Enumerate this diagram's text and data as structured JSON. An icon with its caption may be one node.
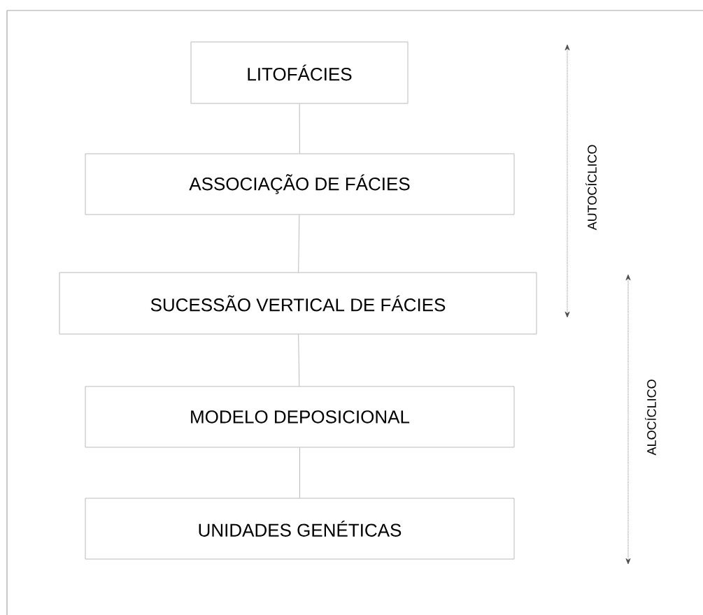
{
  "diagram": {
    "nodes": [
      {
        "text": [
          "LITOFÁCIES"
        ]
      },
      {
        "text": [
          "ASSOCIAÇÃO DE FÁCIES"
        ]
      },
      {
        "text": [
          "SUCESSÃO VERTICAL DE FÁCIES"
        ]
      },
      {
        "text": [
          "MODELO DEPOSICIONAL"
        ]
      },
      {
        "text": [
          "UNIDADES GENÉTICAS"
        ]
      }
    ],
    "edges": [
      {
        "from": 0,
        "to": 1,
        "arrow": "none"
      },
      {
        "from": 1,
        "to": 2,
        "arrow": "none"
      },
      {
        "from": 2,
        "to": 3,
        "arrow": "none"
      },
      {
        "from": 3,
        "to": 4,
        "arrow": "none"
      }
    ],
    "labels": [
      "AUTOCÍCLICO",
      "ALOCÍCLICO"
    ]
  }
}
